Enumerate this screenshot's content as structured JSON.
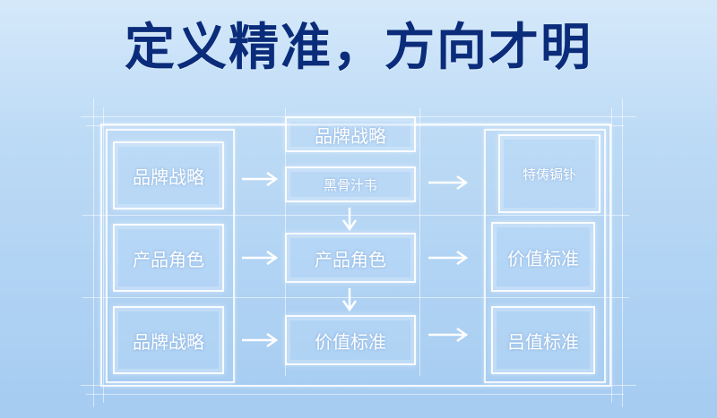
{
  "title": "定义精准，方向才明",
  "diagram": {
    "top_center": "品牌战略",
    "left_column": [
      "品牌战略",
      "产品角色",
      "品牌战略"
    ],
    "middle_column": [
      "黑骨汁韦",
      "产品角色",
      "价值标准"
    ],
    "right_column": [
      "特俦锔钋",
      "价值标准",
      "吕值标准"
    ]
  },
  "colors": {
    "title": "#0b2c7a",
    "line": "#ffffff",
    "background": "#b8d7f4"
  }
}
